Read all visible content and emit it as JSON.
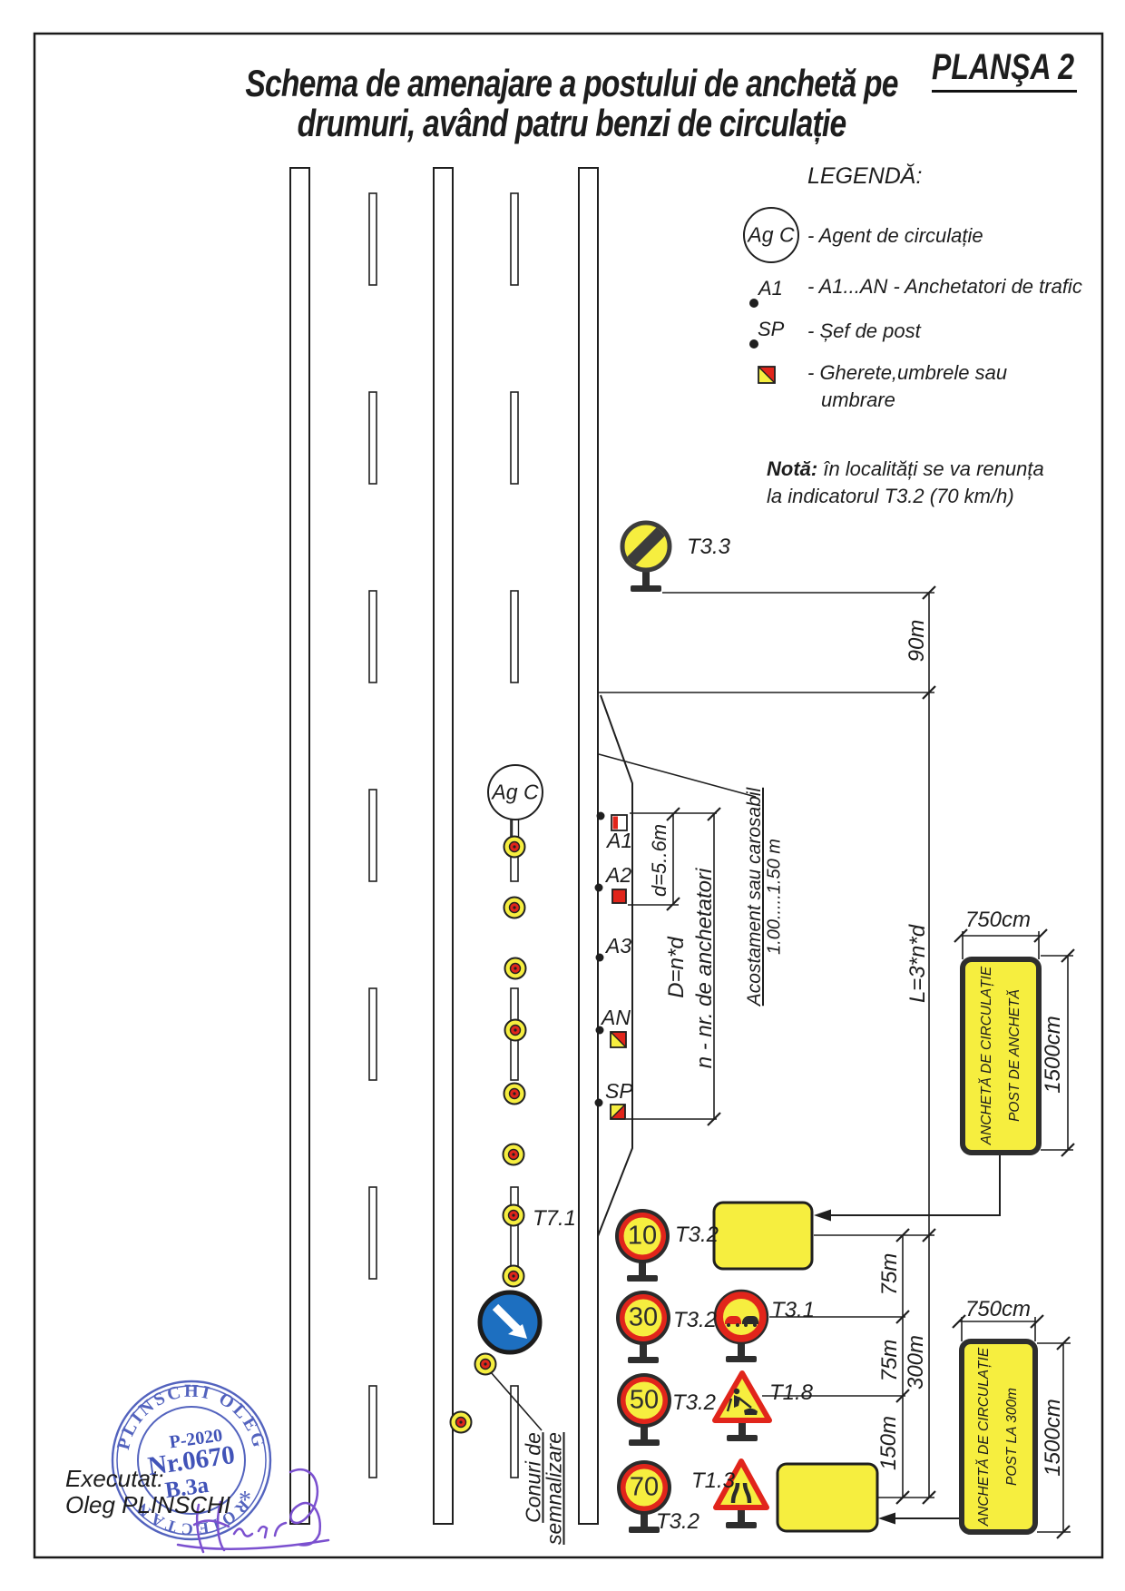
{
  "header": {
    "title_line1": "Schema de amenajare a postului de anchetă pe",
    "title_line2": "drumuri, având patru benzi de circulație",
    "sheet": "PLANŞA 2"
  },
  "legend": {
    "heading": "LEGENDĂ:",
    "agent_symbol": "Ag C",
    "agent_text": "- Agent de circulație",
    "a1_symbol": "A1",
    "a1_text": "- A1...AN - Anchetatori de trafic",
    "sp_symbol": "SP",
    "sp_text": "- Șef de post",
    "booth_text_line1": "- Gherete,umbrele sau",
    "booth_text_line2": "umbrare"
  },
  "note": {
    "label": "Notă:",
    "line1": " în localități se va renunța",
    "line2": "la indicatorul T3.2 (70 km/h)"
  },
  "road": {
    "agent_symbol": "Ag C",
    "markers": [
      "A1",
      "A2",
      "A3",
      "AN",
      "SP"
    ],
    "cones_label_line1": "Conuri de",
    "cones_label_line2": "semnalizare",
    "cones_sign_label": "T7.1"
  },
  "dimensions": {
    "d": "d=5..6m",
    "D": "D=n*d",
    "n": "n - nr. de anchetatori",
    "shoulder_line1": "Acostament sau carosabil",
    "shoulder_line2": "1.00.....1.50 m",
    "L": "L=3*n*d",
    "dist_90": "90m",
    "dist_75a": "75m",
    "dist_75b": "75m",
    "dist_150": "150m",
    "dist_300": "300m",
    "post1_width": "750cm",
    "post1_height": "1500cm",
    "post2_width": "750cm",
    "post2_height": "1500cm"
  },
  "signs": {
    "t33_label": "T3.3",
    "speed": [
      {
        "value": "10",
        "label": "T3.2"
      },
      {
        "value": "30",
        "label": "T3.2"
      },
      {
        "value": "50",
        "label": "T3.2"
      },
      {
        "value": "70",
        "label": "T3.2"
      }
    ],
    "t31_label": "T3.1",
    "t18_label": "T1.8",
    "t13_label": "T1.3",
    "post_sign1_line1": "ANCHETĂ DE CIRCULAȚIE",
    "post_sign1_line2": "POST DE ANCHETĂ",
    "post_sign2_line1": "ANCHETĂ DE CIRCULAȚIE",
    "post_sign2_line2": "POST LA 300m"
  },
  "stamp": {
    "arc_top": "PLINSCHI  OLEG",
    "arc_bottom": "PROIECTANT",
    "line1": "P-2020",
    "line2": "Nr.0670",
    "line3": "B.3a",
    "star": "*"
  },
  "footer": {
    "executed_label": "Executat:",
    "executed_name": "Oleg PLINSCHI"
  },
  "colors": {
    "yellow": "#f6ee3f",
    "red": "#e1251b",
    "blue_sign": "#1d6fc0",
    "stamp_blue": "#4153b8",
    "signature_purple": "#7b50cf"
  }
}
